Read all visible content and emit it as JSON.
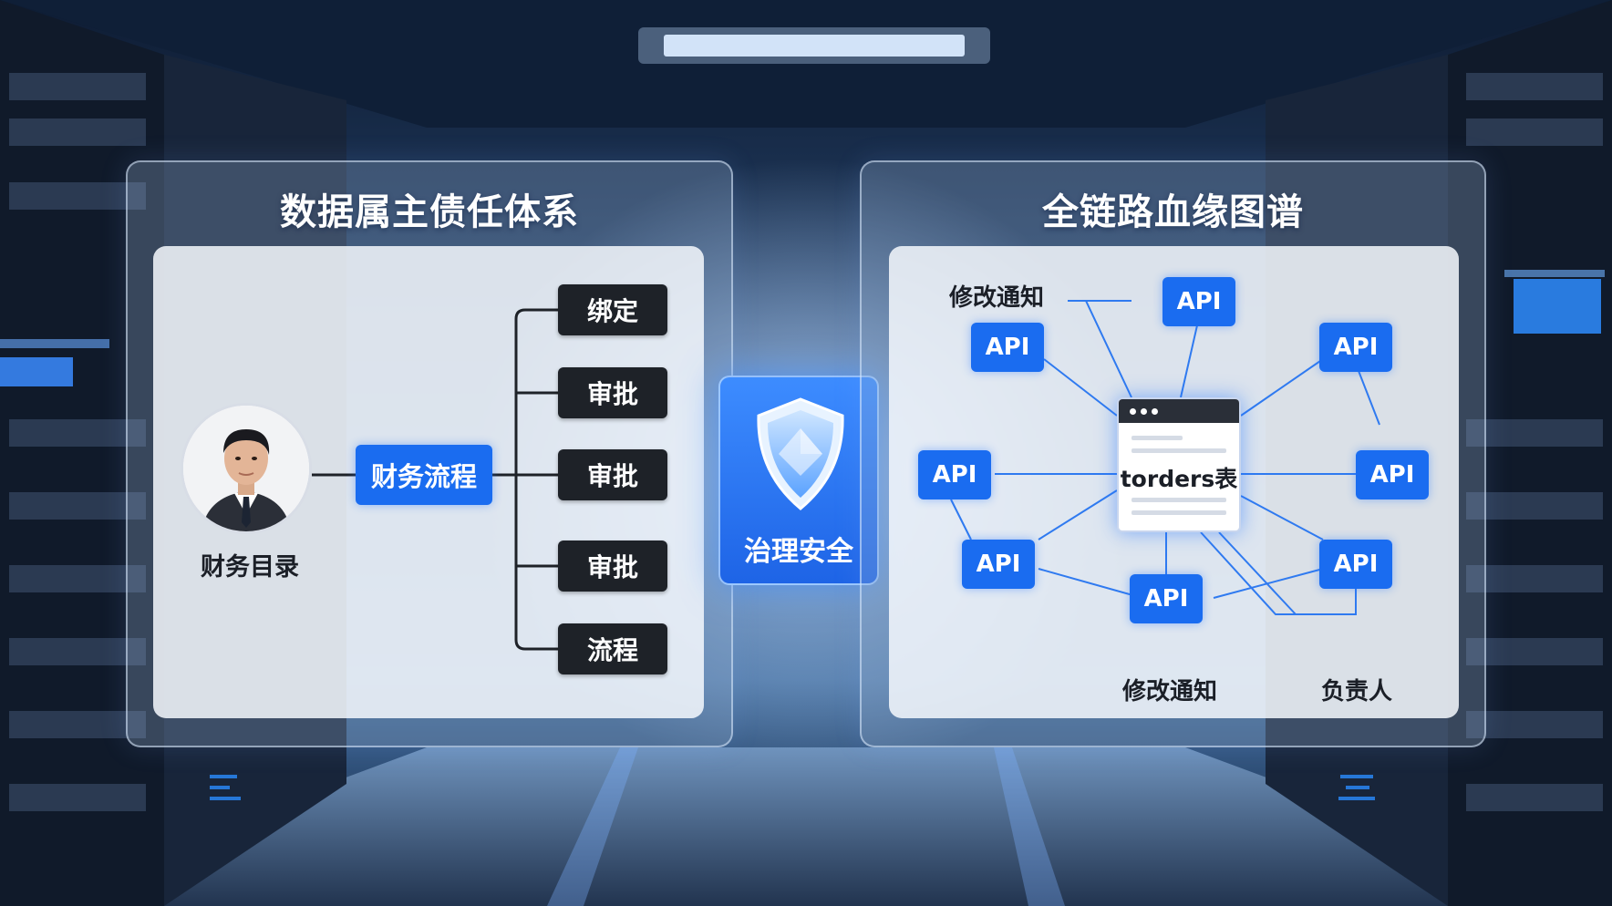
{
  "left_panel": {
    "title": "数据属主债任体系",
    "person_label": "财务目录",
    "process": "财务流程",
    "steps": [
      "绑定",
      "审批",
      "审批",
      "审批",
      "流程"
    ]
  },
  "center": {
    "label": "治理安全",
    "icon": "shield-icon"
  },
  "right_panel": {
    "title": "全链路血缘图谱",
    "table": "torders表",
    "api_label": "API",
    "notice_top": "修改通知",
    "notice_bottom": "修改通知",
    "owner": "负责人"
  },
  "colors": {
    "accent_blue": "#1a6cf0",
    "dark_box": "#1e2228",
    "line_blue": "#2f7af0"
  }
}
